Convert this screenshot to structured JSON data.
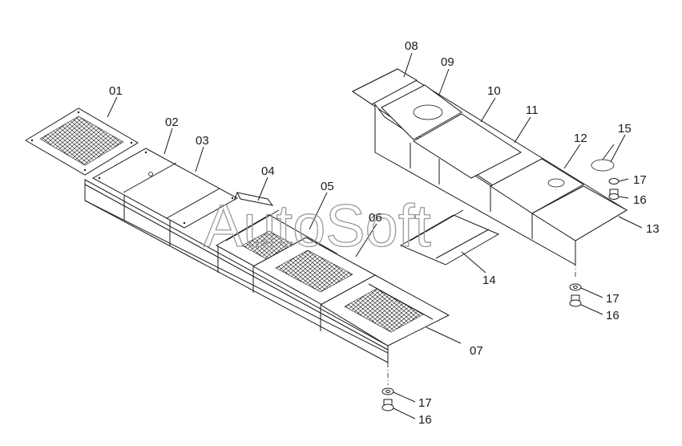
{
  "watermark": "AutoSoft",
  "parts": [
    {
      "id": "01"
    },
    {
      "id": "02"
    },
    {
      "id": "03"
    },
    {
      "id": "04"
    },
    {
      "id": "05"
    },
    {
      "id": "06"
    },
    {
      "id": "07"
    },
    {
      "id": "08"
    },
    {
      "id": "09"
    },
    {
      "id": "10"
    },
    {
      "id": "11"
    },
    {
      "id": "12"
    },
    {
      "id": "13"
    },
    {
      "id": "14"
    },
    {
      "id": "15"
    },
    {
      "id": "16"
    },
    {
      "id": "17"
    }
  ],
  "labels": {
    "p01": "01",
    "p02": "02",
    "p03": "03",
    "p04": "04",
    "p05": "05",
    "p06": "06",
    "p07": "07",
    "p08": "08",
    "p09": "09",
    "p10": "10",
    "p11": "11",
    "p12": "12",
    "p13": "13",
    "p14": "14",
    "p15": "15",
    "p16a": "16",
    "p16b": "16",
    "p16c": "16",
    "p17a": "17",
    "p17b": "17",
    "p17c": "17"
  }
}
